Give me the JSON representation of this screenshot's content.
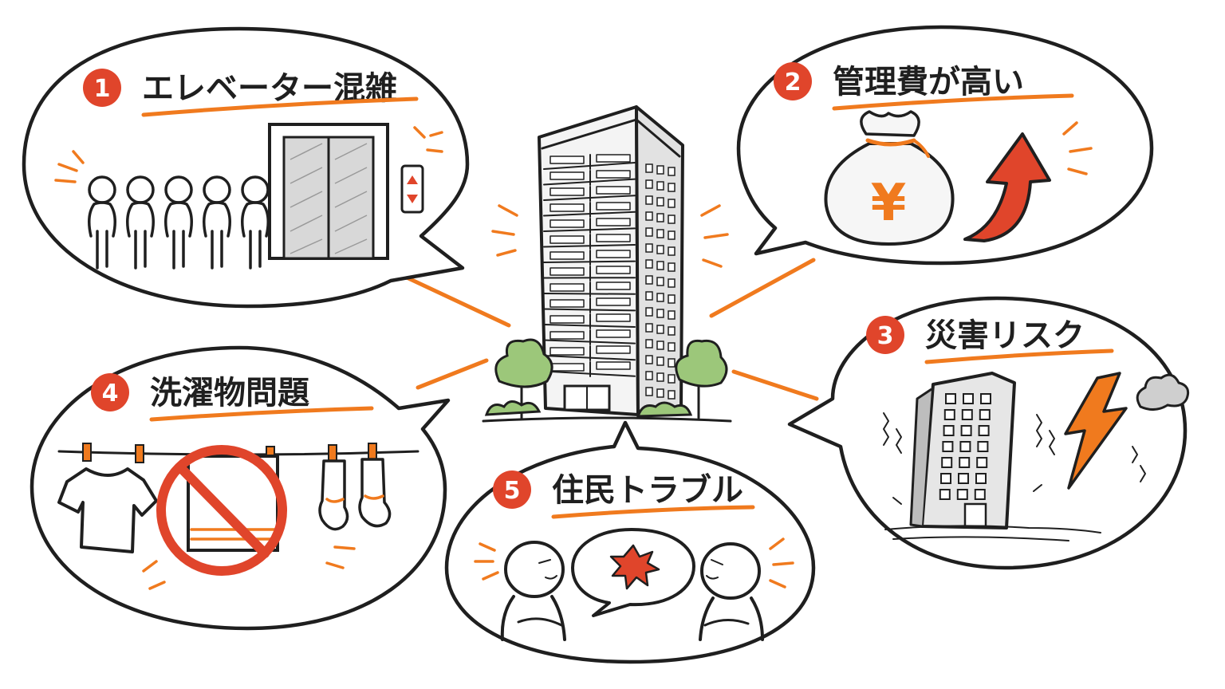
{
  "colors": {
    "accent": "#f07a1e",
    "badge": "#e0452b",
    "ink": "#1f1f1f",
    "tree": "#7fb25a"
  },
  "problems": [
    {
      "number": "1",
      "title": "エレベーター混雑",
      "icon": "elevator-queue-icon"
    },
    {
      "number": "2",
      "title": "管理費が高い",
      "icon": "money-bag-rising-icon"
    },
    {
      "number": "3",
      "title": "災害リスク",
      "icon": "earthquake-lightning-icon"
    },
    {
      "number": "4",
      "title": "洗濯物問題",
      "icon": "laundry-prohibited-icon"
    },
    {
      "number": "5",
      "title": "住民トラブル",
      "icon": "neighbor-dispute-icon"
    }
  ],
  "money_bag": {
    "symbol": "¥"
  }
}
